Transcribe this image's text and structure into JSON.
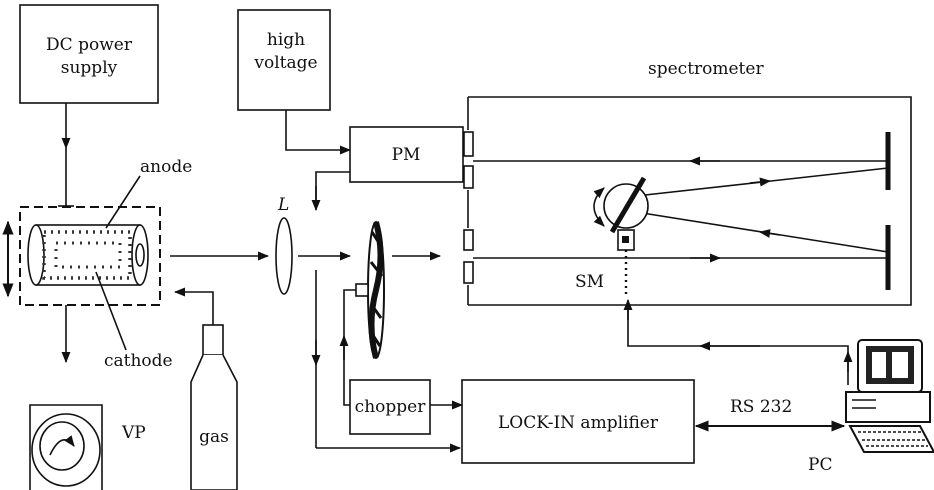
{
  "labels": {
    "dc_power_line1": "DC power",
    "dc_power_line2": "supply",
    "hv_line1": "high",
    "hv_line2": "voltage",
    "spectrometer": "spectrometer",
    "pm": "PM",
    "anode": "anode",
    "cathode": "cathode",
    "lens": "L",
    "sm": "SM",
    "chopper": "chopper",
    "lockin": "LOCK-IN amplifier",
    "rs232": "RS 232",
    "pc": "PC",
    "vp": "VP",
    "gas": "gas"
  }
}
